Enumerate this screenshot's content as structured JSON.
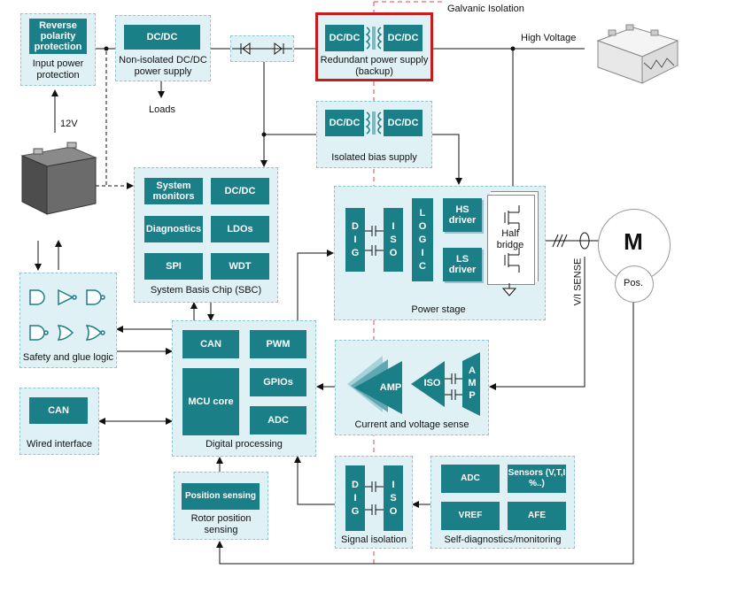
{
  "input_power": {
    "block": "Reverse polarity protection",
    "caption": "Input power protection"
  },
  "nonisolated": {
    "block": "DC/DC",
    "caption": "Non-isolated DC/DC power supply",
    "loads": "Loads"
  },
  "redundant": {
    "left": "DC/DC",
    "right": "DC/DC",
    "caption": "Redundant power supply (backup)"
  },
  "galvanic": "Galvanic Isolation",
  "high_voltage": "High Voltage",
  "isolated_bias": {
    "left": "DC/DC",
    "right": "DC/DC",
    "caption": "Isolated bias supply"
  },
  "battery_label": "12V",
  "sbc": {
    "b1": "System monitors",
    "b2": "DC/DC",
    "b3": "Diagnostics",
    "b4": "LDOs",
    "b5": "SPI",
    "b6": "WDT",
    "caption": "System Basis Chip (SBC)"
  },
  "power_stage": {
    "dig": [
      "D",
      "I",
      "G"
    ],
    "iso": [
      "I",
      "S",
      "O"
    ],
    "logic": [
      "L",
      "O",
      "G",
      "I",
      "C"
    ],
    "hs": "HS driver",
    "ls": "LS driver",
    "half_bridge": "Half bridge",
    "caption": "Power stage"
  },
  "motor": {
    "m": "M",
    "pos": "Pos.",
    "vi_sense": "V/I SENSE"
  },
  "safety": {
    "caption": "Safety and glue logic"
  },
  "digital": {
    "can": "CAN",
    "pwm": "PWM",
    "mcu": "MCU core",
    "gpios": "GPIOs",
    "adc": "ADC",
    "caption": "Digital processing"
  },
  "current_sense": {
    "amp_big": "AMP",
    "iso": "ISO",
    "amp_v": [
      "A",
      "M",
      "P"
    ],
    "caption": "Current and voltage sense"
  },
  "wired": {
    "can": "CAN",
    "caption": "Wired interface"
  },
  "rotor": {
    "block": "Position sensing",
    "caption": "Rotor position sensing"
  },
  "signal_iso": {
    "dig": [
      "D",
      "I",
      "G"
    ],
    "iso": [
      "I",
      "S",
      "O"
    ],
    "caption": "Signal isolation"
  },
  "selfdiag": {
    "adc": "ADC",
    "sensors": "Sensors (V,T,I %..)",
    "vref": "VREF",
    "afe": "AFE",
    "caption": "Self-diagnostics/monitoring"
  }
}
